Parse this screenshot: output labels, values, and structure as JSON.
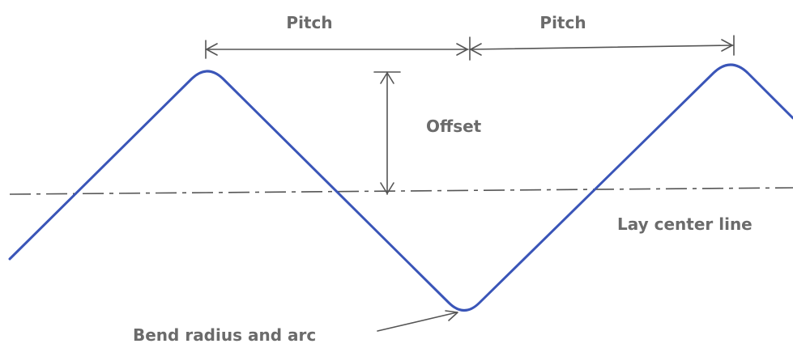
{
  "diagram": {
    "labels": {
      "pitch_left": "Pitch",
      "pitch_right": "Pitch",
      "offset": "Offset",
      "lay_center_line": "Lay center line",
      "bend": "Bend radius and arc"
    },
    "colors": {
      "wave": "#3a55b8",
      "dimension_lines": "#555555",
      "label_text": "#6b6b6b",
      "background": "#ffffff"
    }
  }
}
